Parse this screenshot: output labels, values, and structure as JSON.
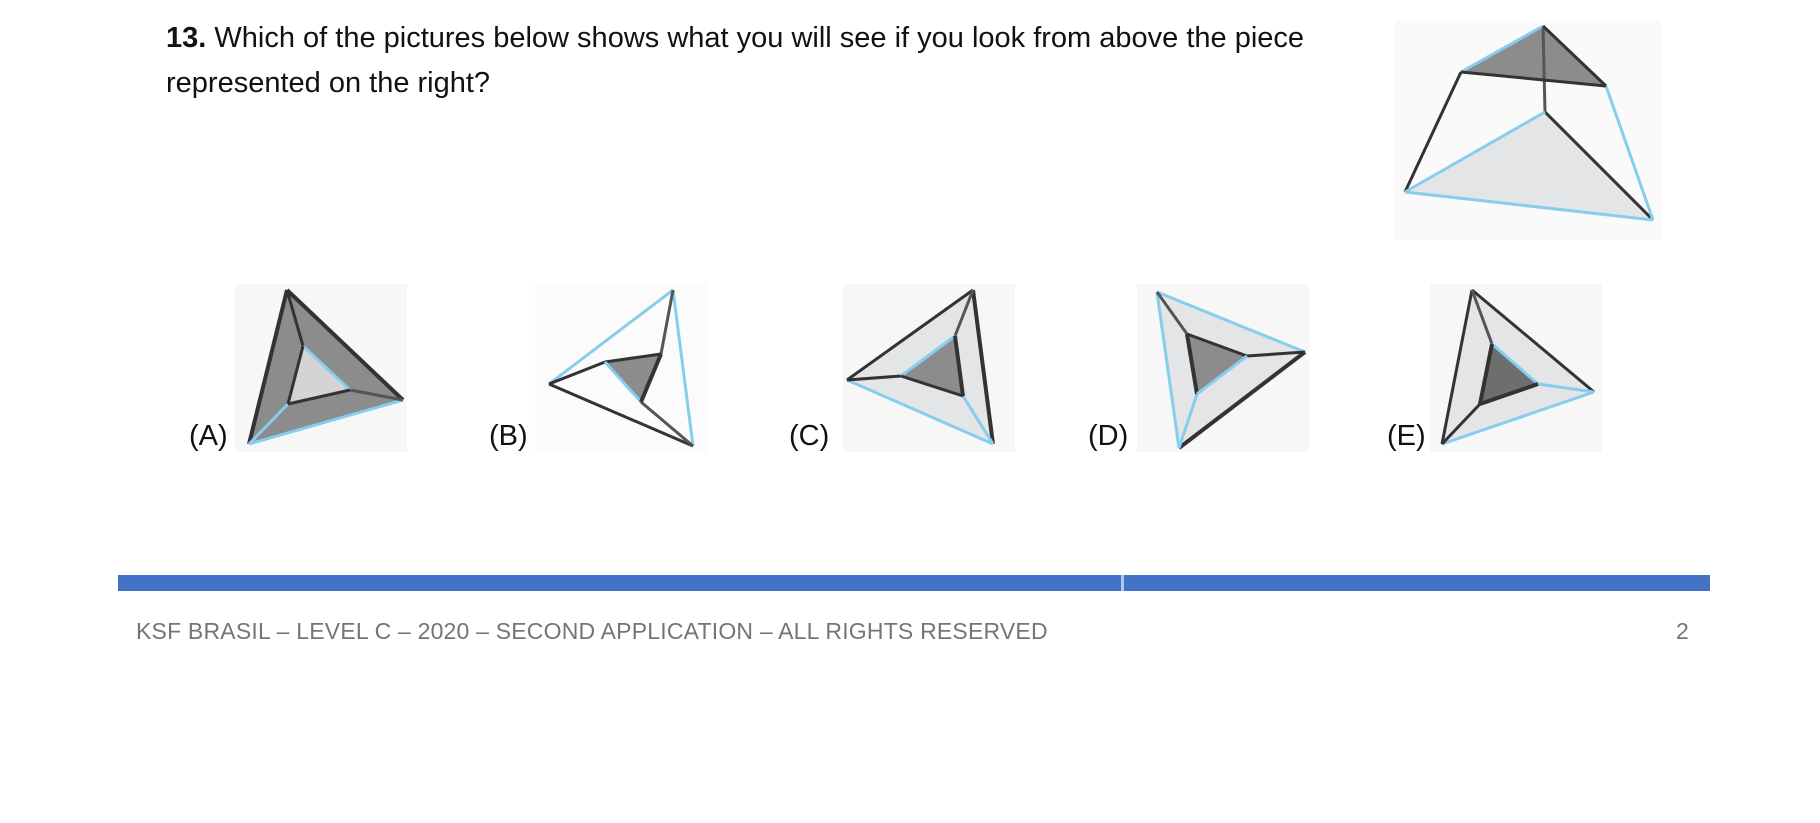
{
  "question": {
    "number": "13.",
    "text": "Which of the pictures below shows what you will see if you look from above the piece represented on the right?"
  },
  "options": [
    {
      "label": "(A)"
    },
    {
      "label": "(B)"
    },
    {
      "label": "(C)"
    },
    {
      "label": "(D)"
    },
    {
      "label": "(E)"
    }
  ],
  "colors": {
    "edge_dark": "#333333",
    "edge_blue": "#87cdee",
    "face_light": "#e4e5e7",
    "face_mid": "#8c8c8c",
    "face_dark": "#6e6e6e",
    "footer_bar": "#4472c4"
  },
  "footer": {
    "text": "KSF BRASIL – LEVEL C – 2020 – SECOND APPLICATION – ALL RIGHTS RESERVED",
    "page_number": "2"
  }
}
